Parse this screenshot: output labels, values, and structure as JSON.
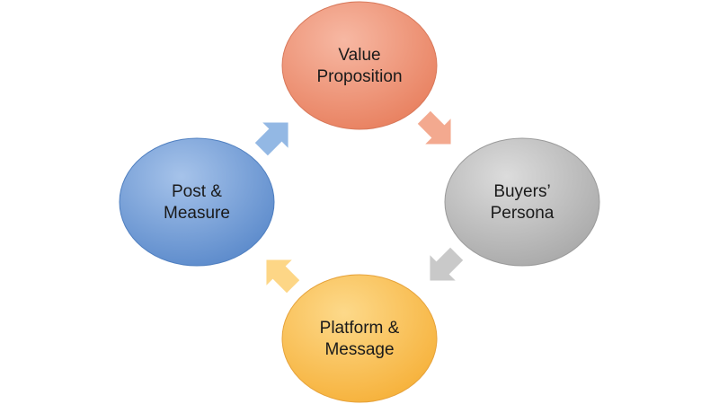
{
  "diagram": {
    "type": "cycle",
    "nodes": [
      {
        "id": "value-proposition",
        "lines": [
          "Value",
          "Proposition"
        ],
        "color": "#ef8f73"
      },
      {
        "id": "buyers-persona",
        "lines": [
          "Buyers’",
          "Persona"
        ],
        "color": "#bebebe"
      },
      {
        "id": "platform-message",
        "lines": [
          "Platform &",
          "Message"
        ],
        "color": "#fbc14f"
      },
      {
        "id": "post-measure",
        "lines": [
          "Post &",
          "Measure"
        ],
        "color": "#6f9bd2"
      }
    ],
    "arrows": [
      {
        "from": "value-proposition",
        "to": "buyers-persona",
        "color": "#f3a98f"
      },
      {
        "from": "buyers-persona",
        "to": "platform-message",
        "color": "#c9c9c9"
      },
      {
        "from": "platform-message",
        "to": "post-measure",
        "color": "#fdd686"
      },
      {
        "from": "post-measure",
        "to": "value-proposition",
        "color": "#93b8e4"
      }
    ]
  }
}
